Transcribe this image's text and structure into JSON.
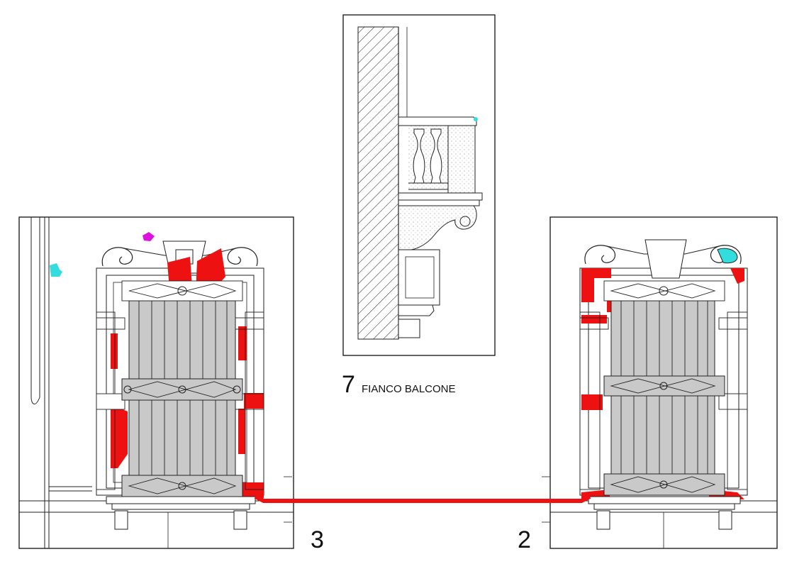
{
  "section_label": {
    "number": "7",
    "text": "FIANCO BALCONE"
  },
  "left_view": {
    "number": "3"
  },
  "right_view": {
    "number": "2"
  },
  "colors": {
    "line": "#222222",
    "grille": "#c9c9c9",
    "damage_red": "#ee1111",
    "mark_cyan": "#33dddd",
    "mark_magenta": "#dd11dd",
    "background": "#ffffff"
  }
}
